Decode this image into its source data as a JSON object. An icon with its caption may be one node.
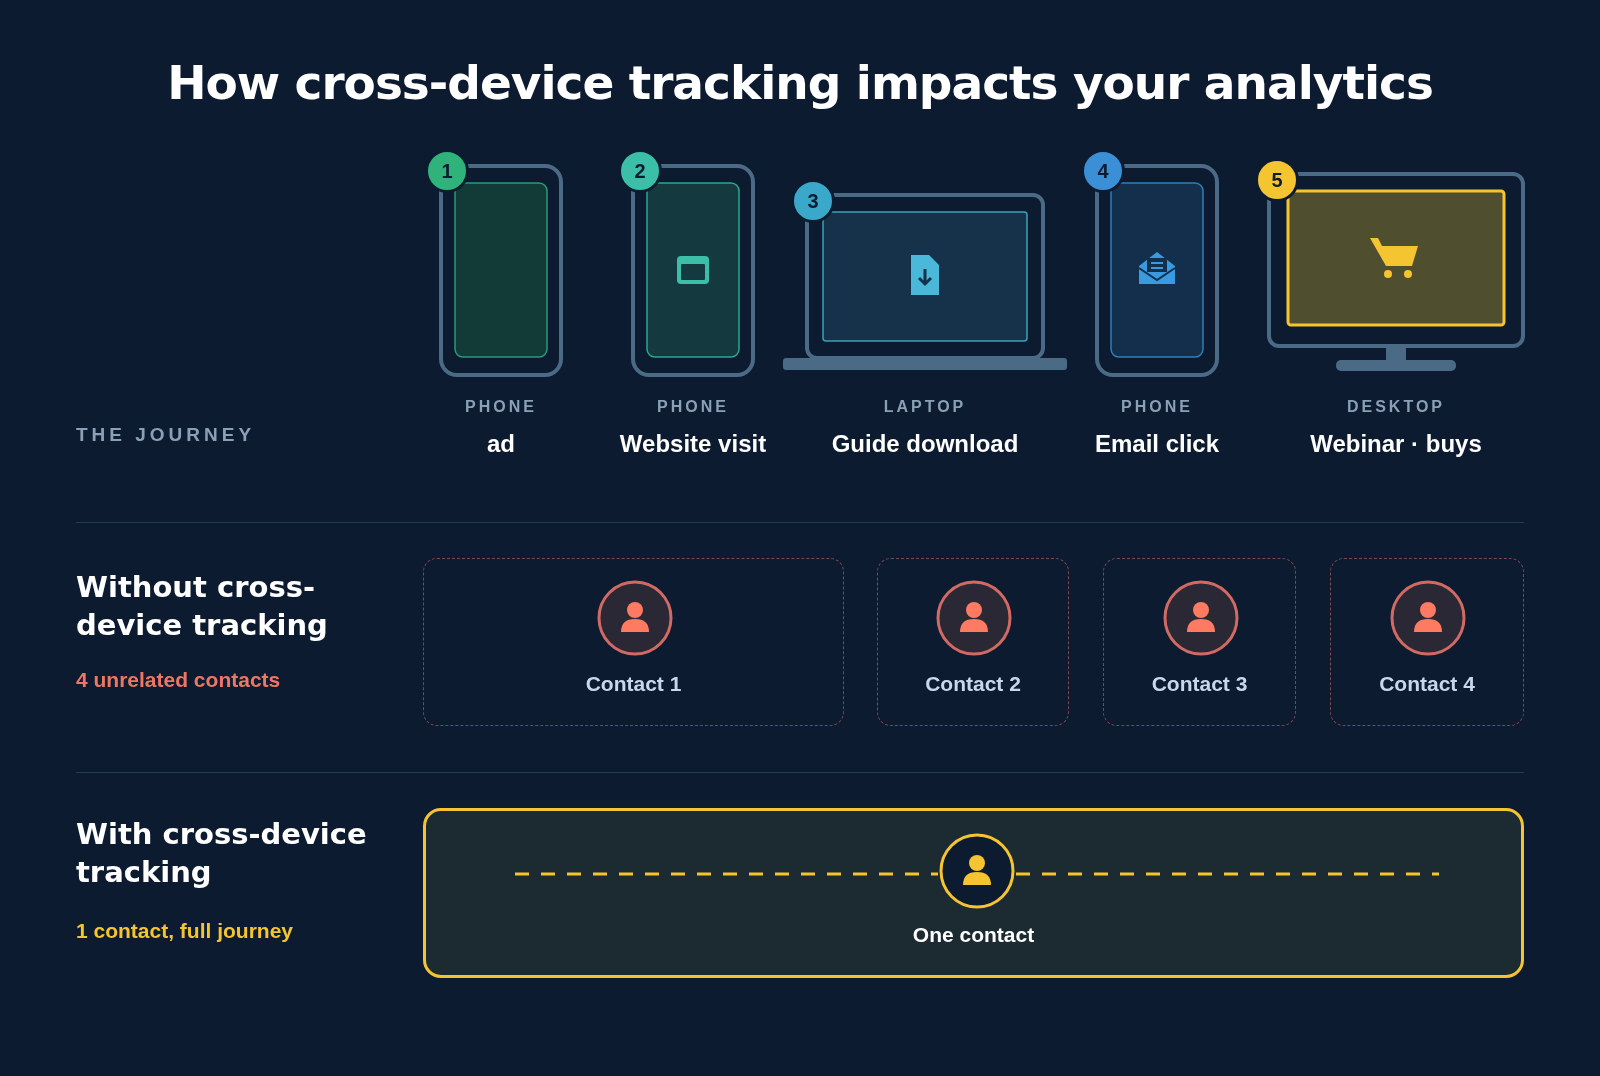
{
  "diagram": {
    "title": "How **cross-device tracking** impacts your analytics",
    "nodes": [
      {
        "text": [
          "PHONE",
          "ad"
        ]
      },
      {
        "text": [
          "1"
        ]
      },
      {
        "text": [
          "PHONE",
          "Website visit"
        ]
      },
      {
        "text": [
          "2"
        ]
      },
      {
        "text": [
          "LAPTOP",
          "Guide download"
        ]
      },
      {
        "text": [
          "3"
        ]
      },
      {
        "text": [
          "PHONE",
          "Email click"
        ]
      },
      {
        "text": [
          "4"
        ]
      },
      {
        "text": [
          "DESKTOP",
          "Webinar · buys"
        ]
      },
      {
        "text": [
          "5"
        ]
      },
      {
        "text": [
          "Contact 1"
        ]
      },
      {
        "text": [
          "Contact 2"
        ]
      },
      {
        "text": [
          "Contact 3"
        ]
      },
      {
        "text": [
          "Contact 4"
        ]
      },
      {
        "text": [
          "One contact"
        ]
      }
    ],
    "edges": [],
    "labels": [
      "THE JOURNEY",
      "Without cross-device tracking",
      "4 unrelated contacts",
      "With cross-device tracking",
      "1 contact, full journey"
    ]
  }
}
